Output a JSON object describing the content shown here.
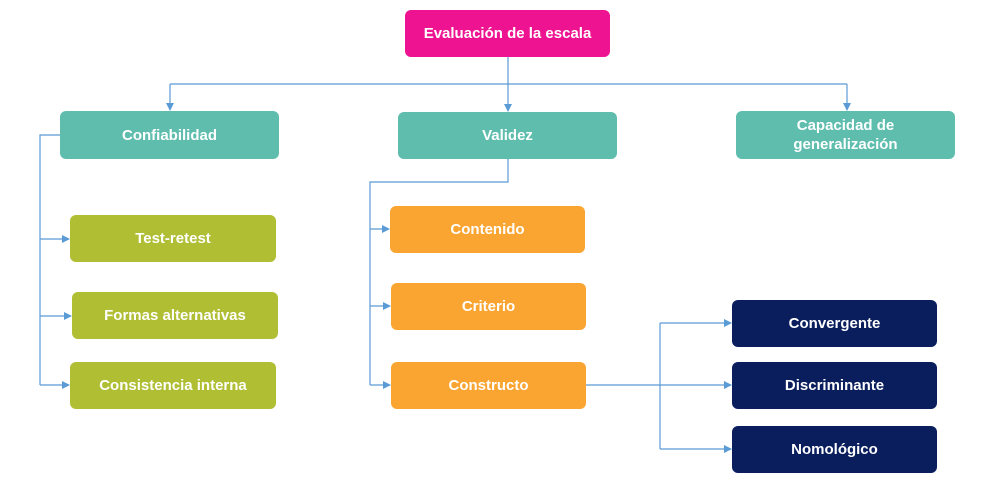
{
  "diagram": {
    "root": {
      "label": "Evaluación de la escala",
      "color": "#ee1491"
    },
    "level1": [
      {
        "label": "Confiabilidad"
      },
      {
        "label": "Validez"
      },
      {
        "label": "Capacidad de generalización"
      }
    ],
    "reliability": [
      {
        "label": "Test-retest"
      },
      {
        "label": "Formas alternativas"
      },
      {
        "label": "Consistencia interna"
      }
    ],
    "validity": [
      {
        "label": "Contenido"
      },
      {
        "label": "Criterio"
      },
      {
        "label": "Constructo"
      }
    ],
    "construct": [
      {
        "label": "Convergente"
      },
      {
        "label": "Discriminante"
      },
      {
        "label": "Nomológico"
      }
    ],
    "colors": {
      "root": "#ee1491",
      "level1": "#5fbdae",
      "reliability": "#b0be34",
      "validity": "#faa531",
      "construct": "#0a1e5e",
      "connector": "#5b9bd5"
    }
  }
}
